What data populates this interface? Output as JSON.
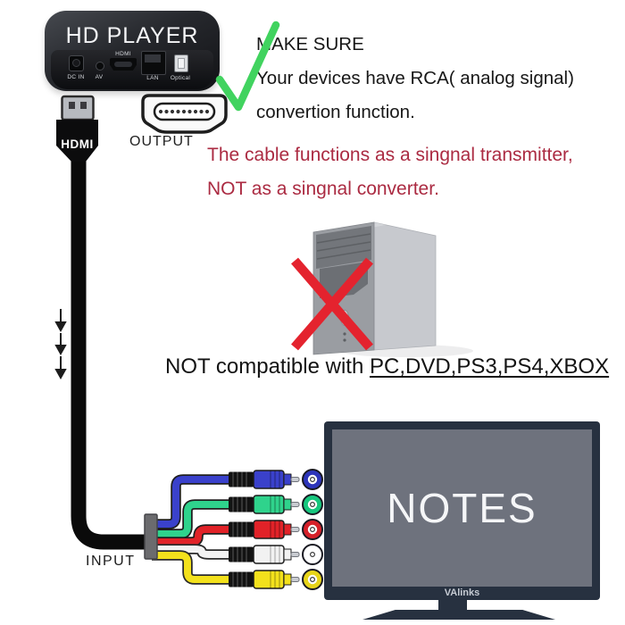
{
  "device_box": {
    "title": "HD PLAYER",
    "ports": {
      "dc_in": "DC IN",
      "av": "AV",
      "hdmi": "HDMI",
      "lan": "LAN",
      "optical": "Optical"
    }
  },
  "labels": {
    "plug": "HDMI",
    "output": "OUTPUT",
    "input": "INPUT"
  },
  "annotations": {
    "make_sure": {
      "title": "MAKE SURE",
      "line1": "Your devices have RCA( analog signal)",
      "line2": "convertion function."
    },
    "warning": {
      "line1": "The cable functions as a singnal transmitter,",
      "line2": "NOT as a singnal converter."
    },
    "compatibility": {
      "prefix": "NOT compatible with ",
      "devices": "PC,DVD,PS3,PS4,XBOX"
    }
  },
  "tv": {
    "screen_text": "NOTES",
    "brand": "VAlinks"
  },
  "colors": {
    "check_green": "#41d35f",
    "cross_red": "#e4232e",
    "warning_text": "#ab2b42",
    "cable_black": "#0a0a0a",
    "tv_bezel": "#273140",
    "tv_screen": "#6e727d",
    "rca": {
      "blue": "#3a41cb",
      "green": "#2fd38c",
      "red": "#e12228",
      "white": "#f2f2f2",
      "yellow": "#f3e11c"
    },
    "rca_rings": {
      "blue": "#2d35bb",
      "green": "#17c77e",
      "red": "#d6212a",
      "white": "#ffffff",
      "yellow": "#e8d51a"
    }
  }
}
